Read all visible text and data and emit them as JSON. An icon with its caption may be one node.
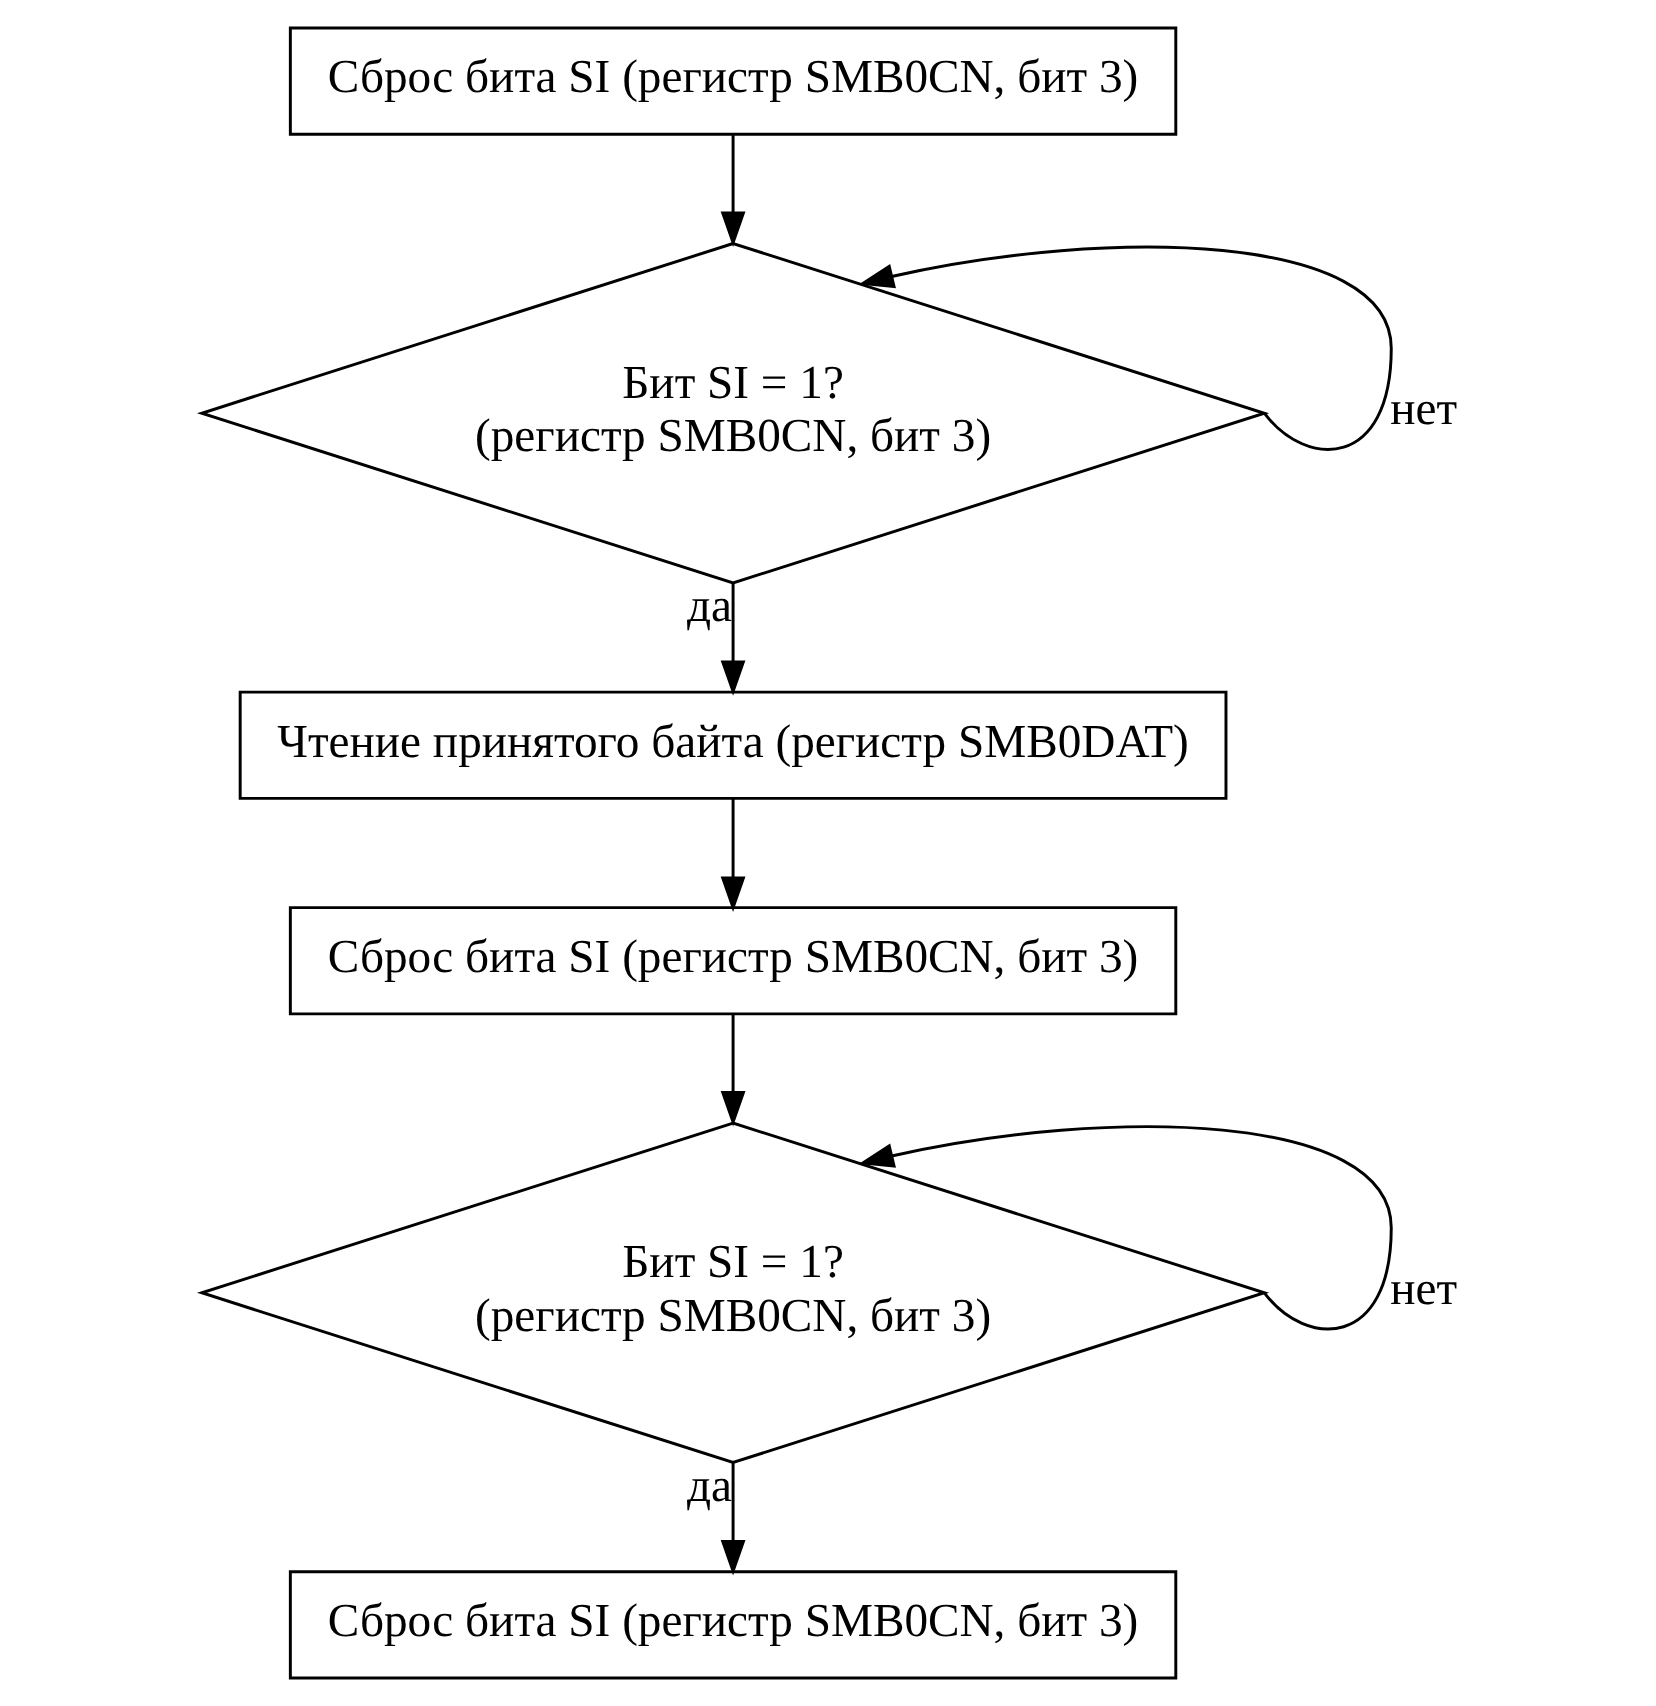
{
  "diagram": {
    "nodes": [
      {
        "text": [
          "Сброс бита SI (регистр SMB0CN, бит 3)"
        ]
      },
      {
        "text": [
          "Бит SI = 1? (регистр SMB0CN, бит 3)"
        ]
      },
      {
        "text": [
          "Чтение принятого байта (регистр SMB0DAT)"
        ]
      },
      {
        "text": [
          "Сброс бита SI (регистр SMB0CN, бит 3)"
        ]
      },
      {
        "text": [
          "Бит SI = 1? (регистр SMB0CN, бит 3)"
        ]
      },
      {
        "text": [
          "Сброс бита SI (регистр SMB0CN, бит 3)"
        ]
      }
    ],
    "edges": [
      {
        "from": 0,
        "to": 1,
        "arrow": "to"
      },
      {
        "from": 1,
        "to": 1,
        "arrow": "to",
        "label": "нет"
      },
      {
        "from": 1,
        "to": 2,
        "arrow": "to",
        "label": "да"
      },
      {
        "from": 2,
        "to": 3,
        "arrow": "to"
      },
      {
        "from": 3,
        "to": 4,
        "arrow": "to"
      },
      {
        "from": 4,
        "to": 4,
        "arrow": "to",
        "label": "нет"
      },
      {
        "from": 4,
        "to": 5,
        "arrow": "to",
        "label": "да"
      }
    ]
  }
}
